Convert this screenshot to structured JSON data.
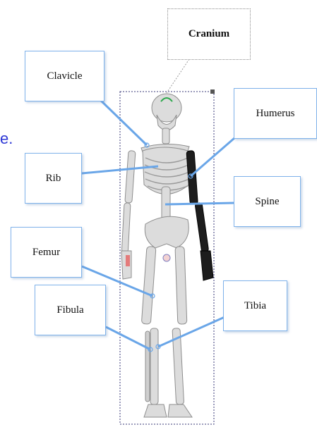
{
  "colors": {
    "callout_border": "#7fb2ea",
    "leader_line": "#6aa6e8",
    "bone": "#d9d9d9",
    "bone_shadow": "#9a9a9a",
    "highlight_arm": "#1a1a1a",
    "frame": "#3a3a7a"
  },
  "stray_text": "e.",
  "labels": {
    "cranium": "Cranium",
    "clavicle": "Clavicle",
    "humerus": "Humerus",
    "rib": "Rib",
    "spine": "Spine",
    "femur": "Femur",
    "fibula": "Fibula",
    "tibia": "Tibia"
  }
}
